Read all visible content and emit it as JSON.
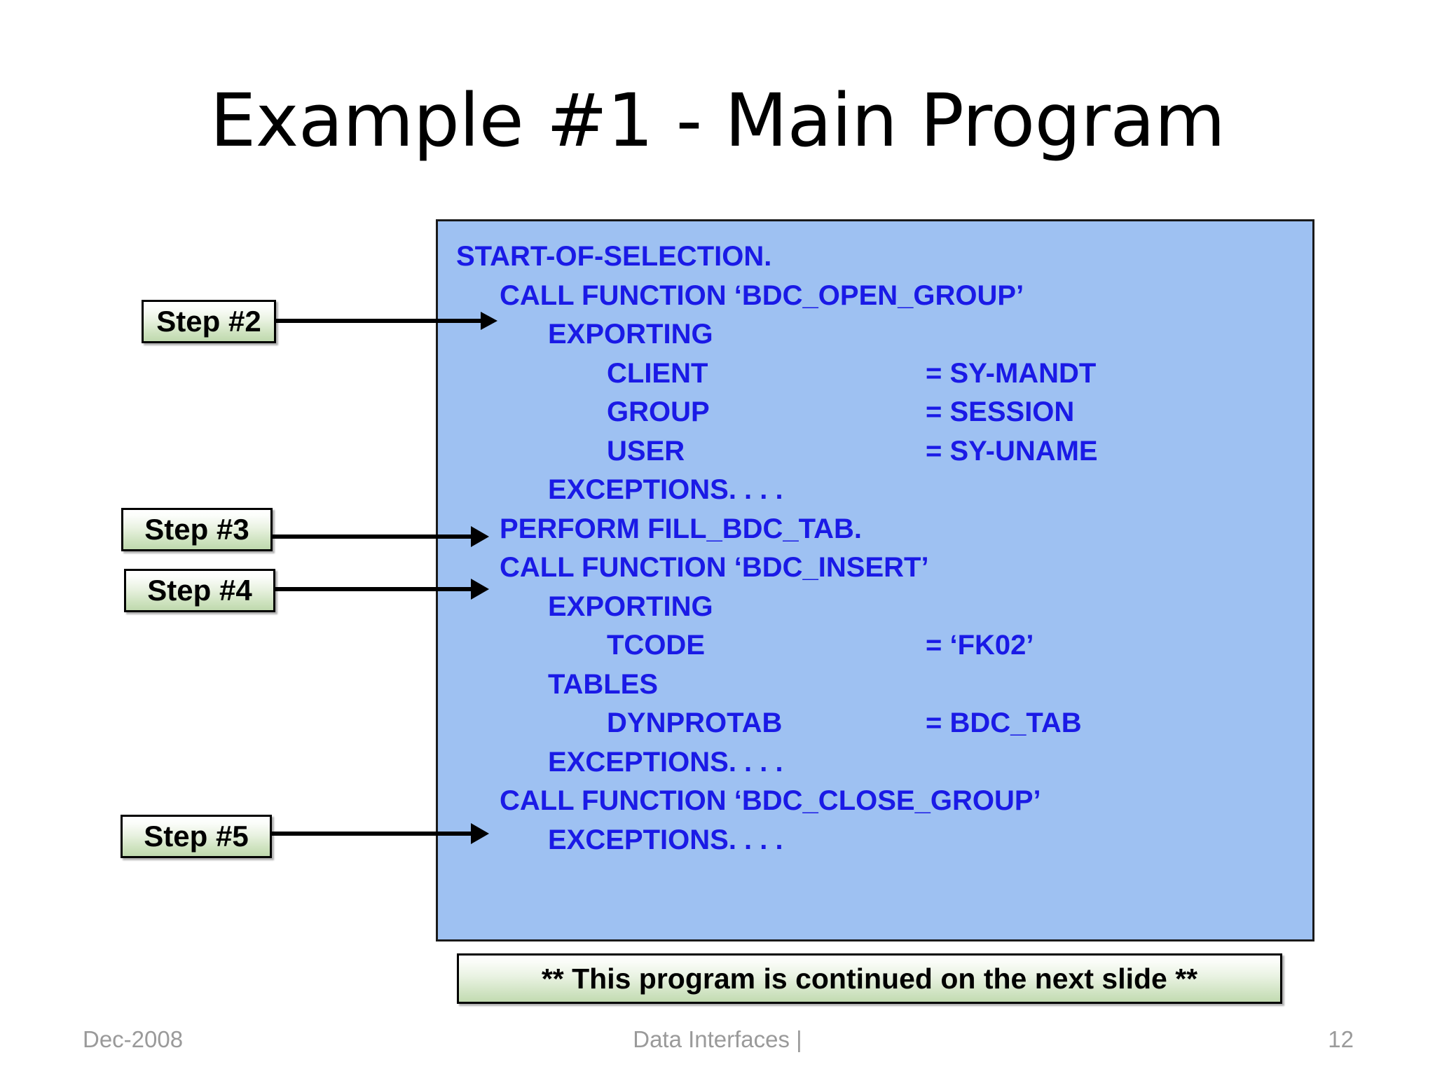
{
  "slide": {
    "title": "Example #1 - Main Program",
    "code_text_color": "#1A1AE6",
    "code_panel_color": "#9EC1F2",
    "step_box_color": "#CFE3C0"
  },
  "code": {
    "lines": [
      {
        "indent": 0,
        "text": "START-OF-SELECTION."
      },
      {
        "indent": 1,
        "text": "CALL FUNCTION ‘BDC_OPEN_GROUP’"
      },
      {
        "indent": 2,
        "text": "EXPORTING"
      },
      {
        "indent": 3,
        "text": "CLIENT",
        "value": "= SY-MANDT"
      },
      {
        "indent": 3,
        "text": "GROUP",
        "value": "= SESSION"
      },
      {
        "indent": 3,
        "text": "USER",
        "value": "= SY-UNAME"
      },
      {
        "indent": 2,
        "text": "EXCEPTIONS. . . ."
      },
      {
        "indent": 1,
        "text": "PERFORM FILL_BDC_TAB."
      },
      {
        "indent": 1,
        "text": "CALL FUNCTION ‘BDC_INSERT’"
      },
      {
        "indent": 2,
        "text": "EXPORTING"
      },
      {
        "indent": 3,
        "text": "TCODE",
        "value": "= ‘FK02’"
      },
      {
        "indent": 2,
        "text": "TABLES"
      },
      {
        "indent": 3,
        "text": "DYNPROTAB",
        "value": "= BDC_TAB"
      },
      {
        "indent": 2,
        "text": "EXCEPTIONS. . . ."
      },
      {
        "indent": 1,
        "text": "CALL FUNCTION ‘BDC_CLOSE_GROUP’"
      },
      {
        "indent": 2,
        "text": "EXCEPTIONS. . . ."
      }
    ]
  },
  "steps": [
    {
      "label": "Step #2"
    },
    {
      "label": "Step #3"
    },
    {
      "label": "Step #4"
    },
    {
      "label": "Step #5"
    }
  ],
  "note": {
    "text": "** This program is continued on the next slide **"
  },
  "footer": {
    "date": "Dec-2008",
    "center": "Data Interfaces  |",
    "page": "12"
  }
}
